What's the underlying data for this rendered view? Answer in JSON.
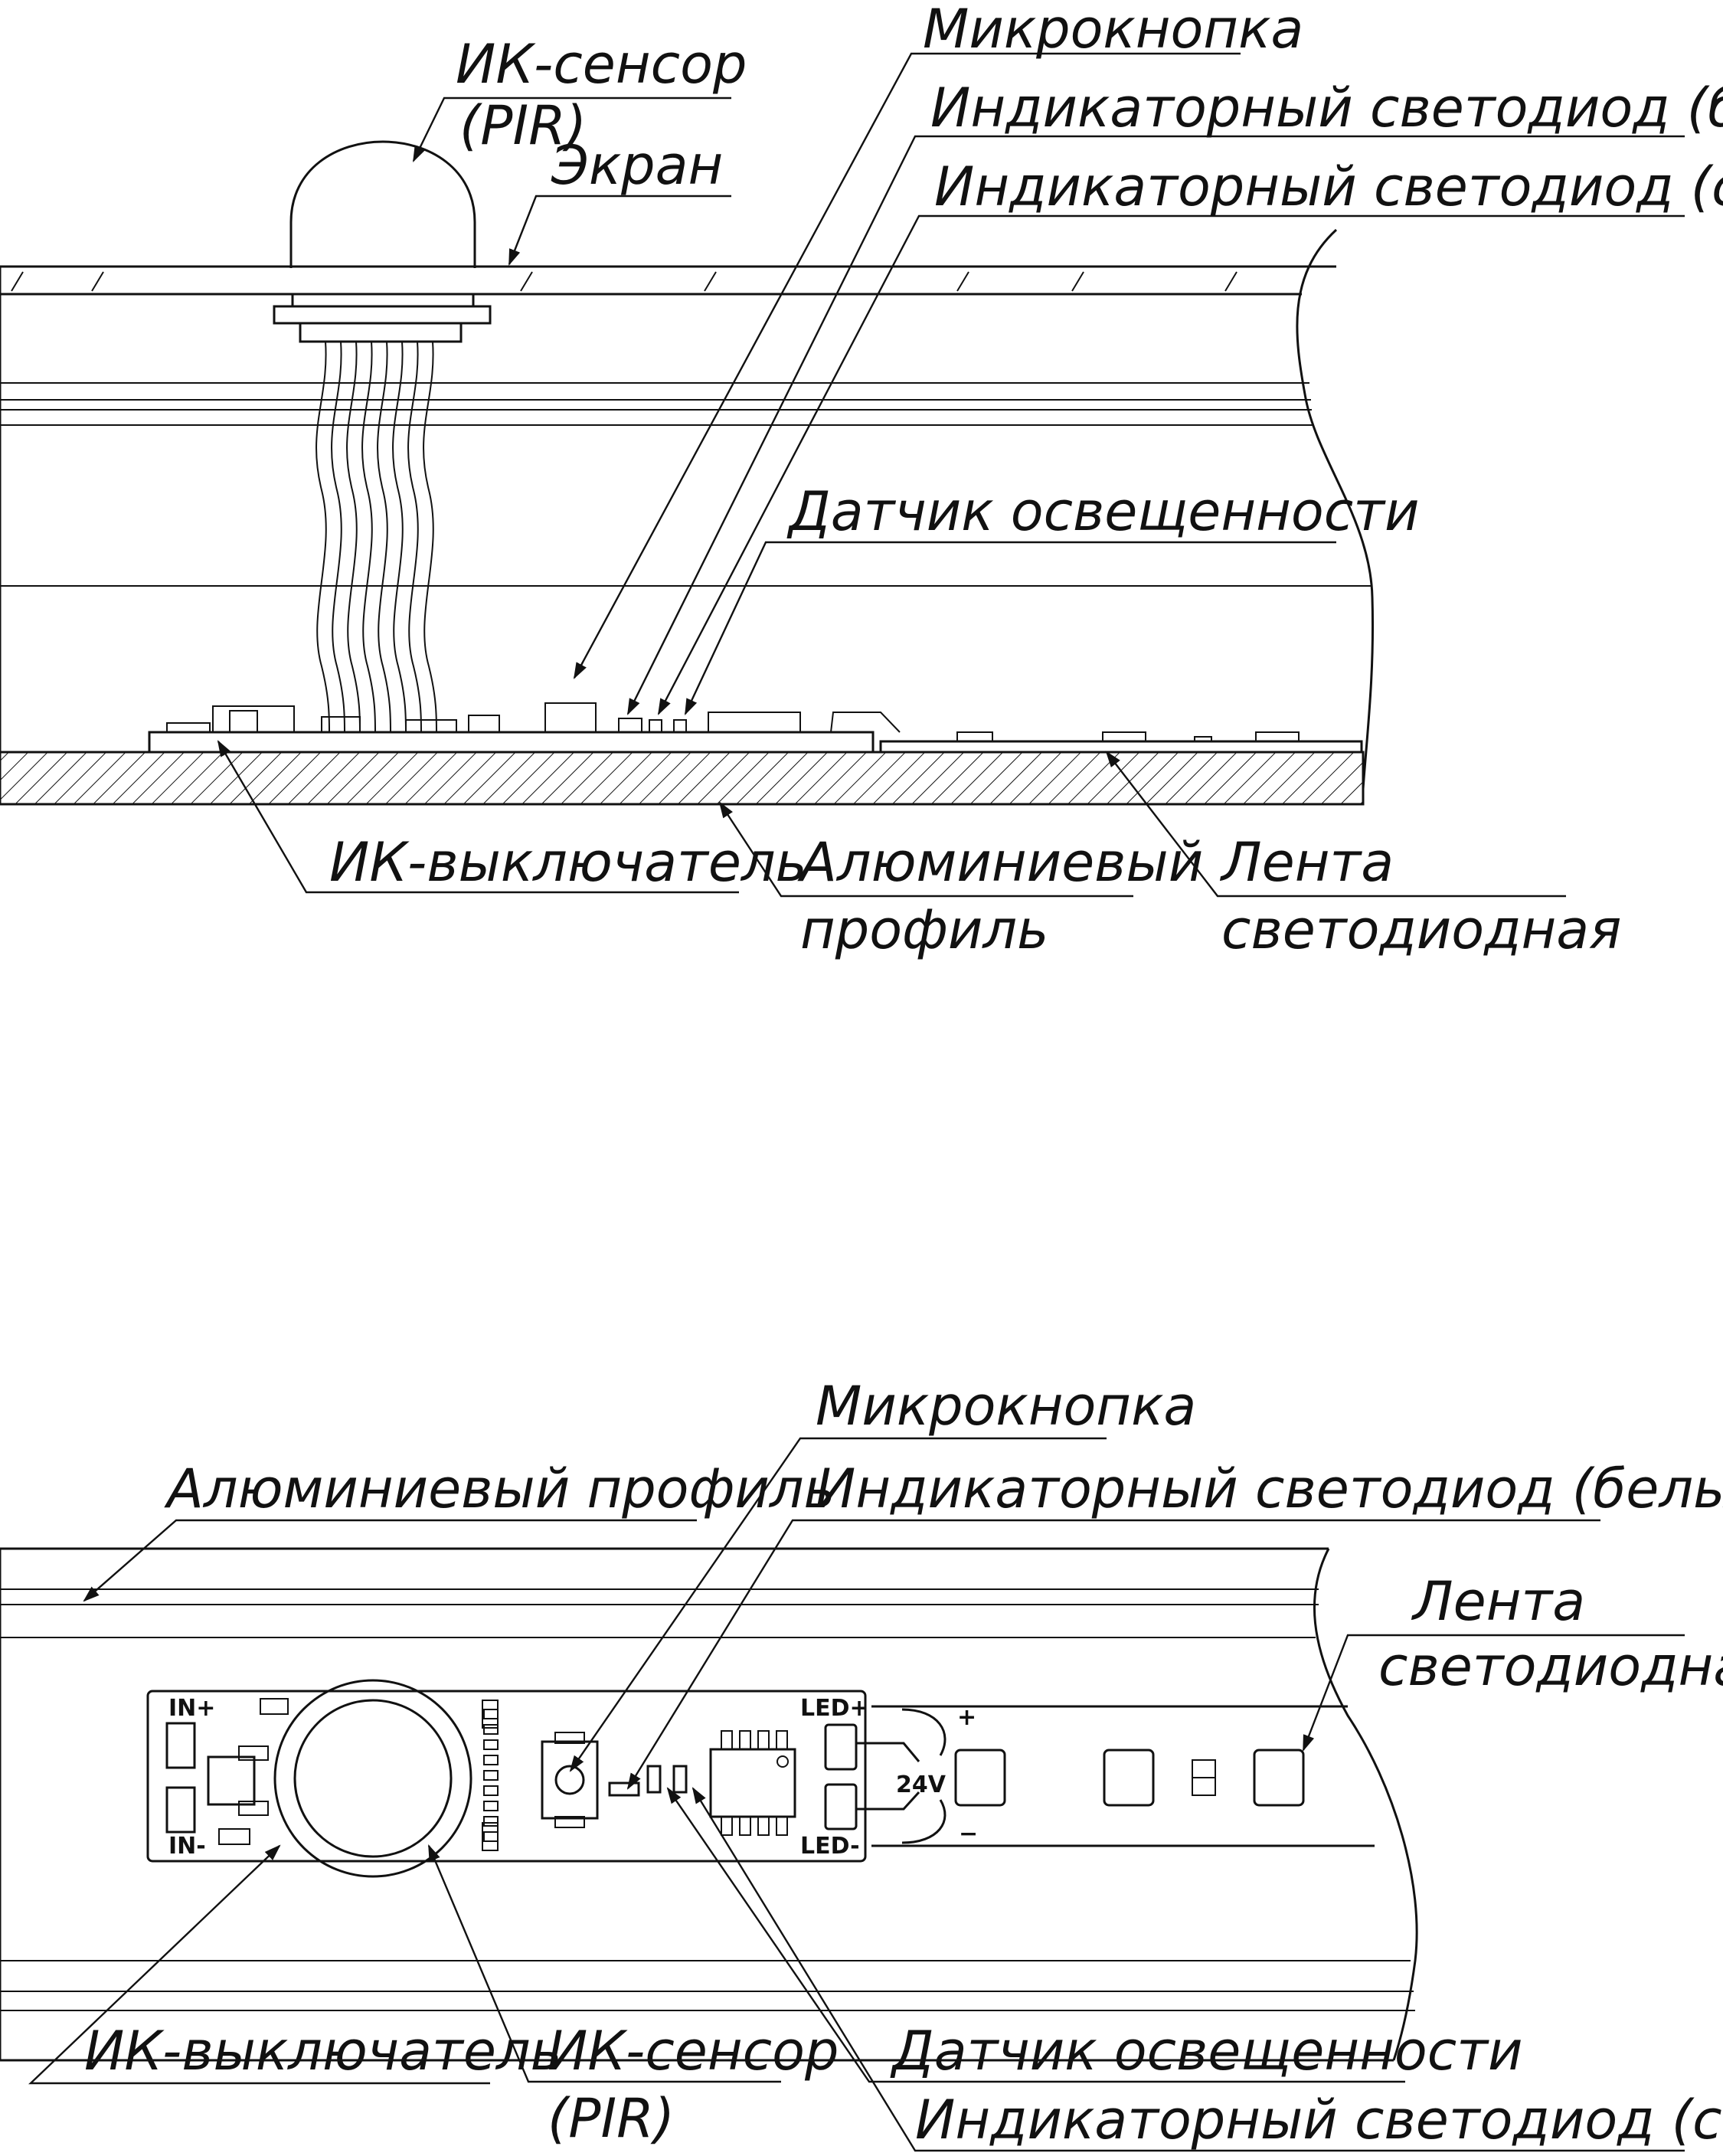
{
  "top_view": {
    "labels": {
      "ir_sensor_line1": "ИК-сенсор",
      "ir_sensor_line2": "(PIR)",
      "screen": "Экран",
      "microbutton": "Микрокнопка",
      "led_white": "Индикаторный светодиод (белый)",
      "led_blue": "Индикаторный светодиод (синий)",
      "light_sensor": "Датчик освещенности",
      "ir_switch": "ИК-выключатель",
      "aluminum_profile_line1": "Алюминиевый",
      "aluminum_profile_line2": "профиль",
      "led_strip_line1": "Лента",
      "led_strip_line2": "светодиодная"
    }
  },
  "bottom_view": {
    "labels": {
      "microbutton": "Микрокнопка",
      "aluminum_profile": "Алюминиевый профиль",
      "led_white": "Индикаторный светодиод (белый)",
      "led_strip_line1": "Лента",
      "led_strip_line2": "светодиодная",
      "ir_switch": "ИК-выключатель",
      "ir_sensor_line1": "ИК-сенсор",
      "ir_sensor_line2": "(PIR)",
      "light_sensor": "Датчик освещенности",
      "led_blue": "Индикаторный светодиод (синий)"
    },
    "pcb_silkscreen": {
      "in_plus": "IN+",
      "in_minus": "IN-",
      "led_plus": "LED+",
      "led_minus": "LED-",
      "voltage": "24V",
      "strip_plus": "+",
      "strip_minus": "−"
    }
  }
}
